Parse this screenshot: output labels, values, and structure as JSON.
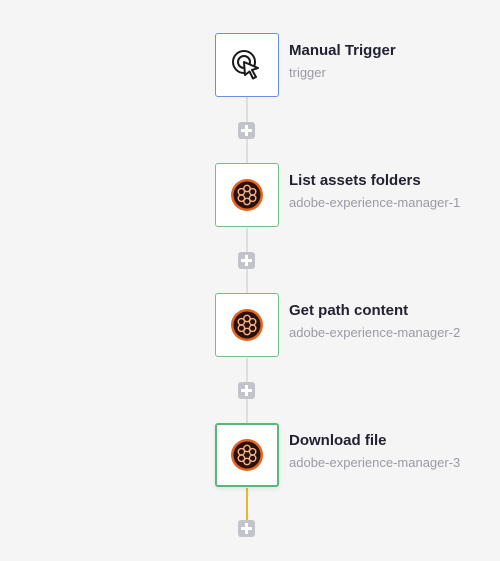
{
  "nodes": [
    {
      "title": "Manual Trigger",
      "subtitle": "trigger",
      "icon": "cursor-click-icon"
    },
    {
      "title": "List assets folders",
      "subtitle": "adobe-experience-manager-1",
      "icon": "adobe-experience-manager-icon"
    },
    {
      "title": "Get path content",
      "subtitle": "adobe-experience-manager-2",
      "icon": "adobe-experience-manager-icon"
    },
    {
      "title": "Download file",
      "subtitle": "adobe-experience-manager-3",
      "icon": "adobe-experience-manager-icon"
    }
  ],
  "colors": {
    "background": "#f5f5f5",
    "trigger_border": "#6b8fe0",
    "action_border": "#6cc38a",
    "active_connector": "#f0b429",
    "add_button": "#c3c3cc",
    "aem_brand": "#e2661f"
  }
}
